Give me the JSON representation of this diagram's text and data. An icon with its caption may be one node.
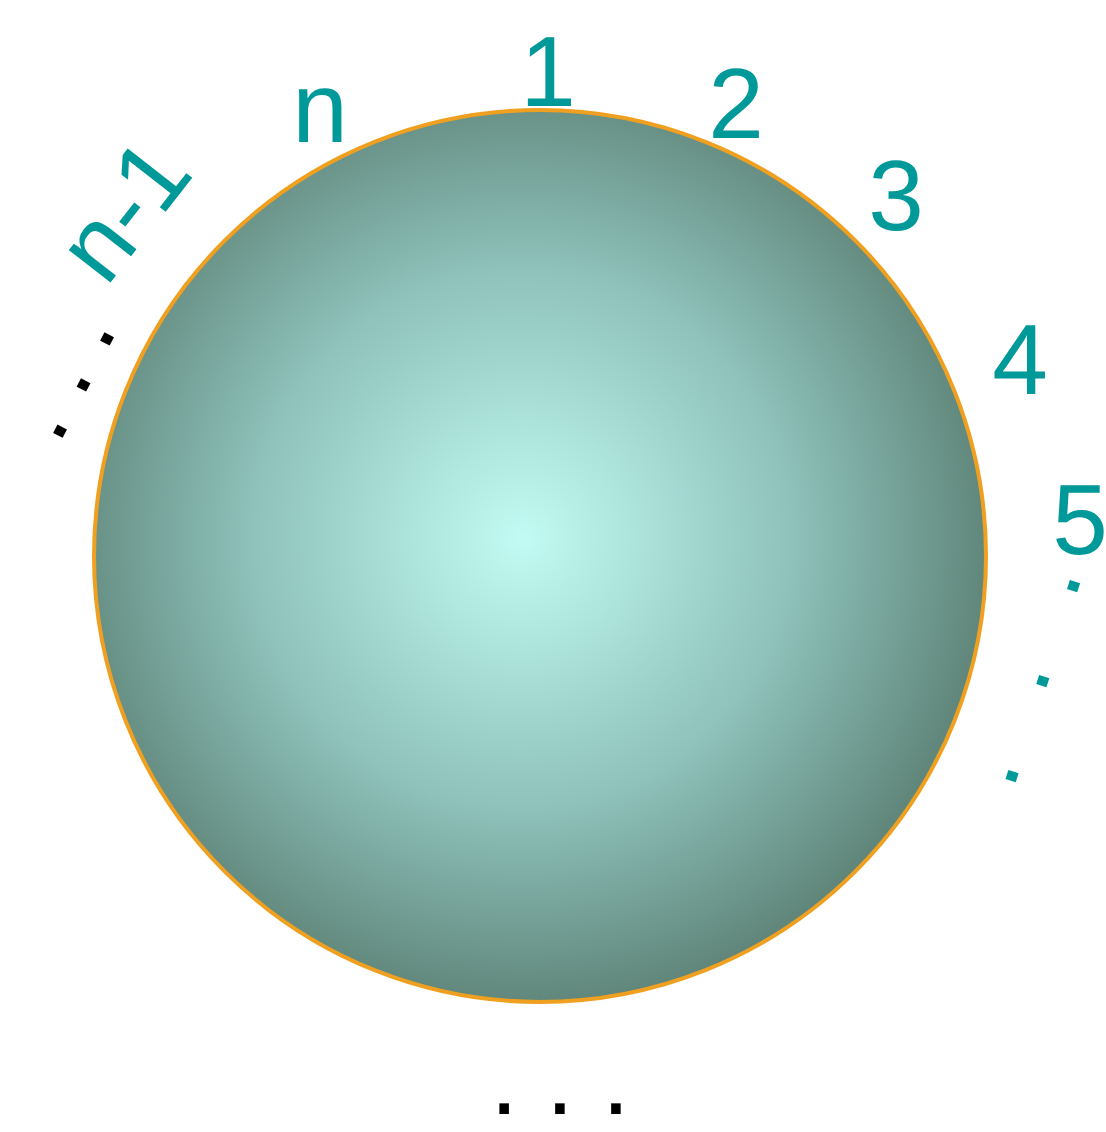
{
  "diagram": {
    "labels": [
      "n-1",
      "n",
      "1",
      "2",
      "3",
      "4",
      "5",
      "...",
      "...",
      "..."
    ]
  }
}
